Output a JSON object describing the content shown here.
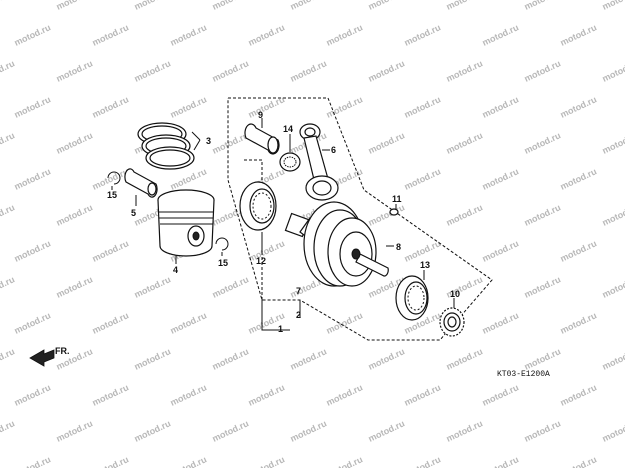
{
  "diagram": {
    "callouts": [
      {
        "id": "p1",
        "label": "1"
      },
      {
        "id": "p2",
        "label": "2"
      },
      {
        "id": "p3",
        "label": "3"
      },
      {
        "id": "p4",
        "label": "4"
      },
      {
        "id": "p5",
        "label": "5"
      },
      {
        "id": "p6",
        "label": "6"
      },
      {
        "id": "p7",
        "label": "7"
      },
      {
        "id": "p8",
        "label": "8"
      },
      {
        "id": "p9",
        "label": "9"
      },
      {
        "id": "p10",
        "label": "10"
      },
      {
        "id": "p11",
        "label": "11"
      },
      {
        "id": "p12",
        "label": "12"
      },
      {
        "id": "p13",
        "label": "13"
      },
      {
        "id": "p14",
        "label": "14"
      },
      {
        "id": "p15a",
        "label": "15"
      },
      {
        "id": "p15b",
        "label": "15"
      }
    ],
    "direction_label": "FR.",
    "drawing_code": "KT03-E1200A",
    "watermark_text": "motod.ru",
    "colors": {
      "ink": "#111111",
      "watermark": "#b8b8b8",
      "background": "#ffffff"
    }
  }
}
